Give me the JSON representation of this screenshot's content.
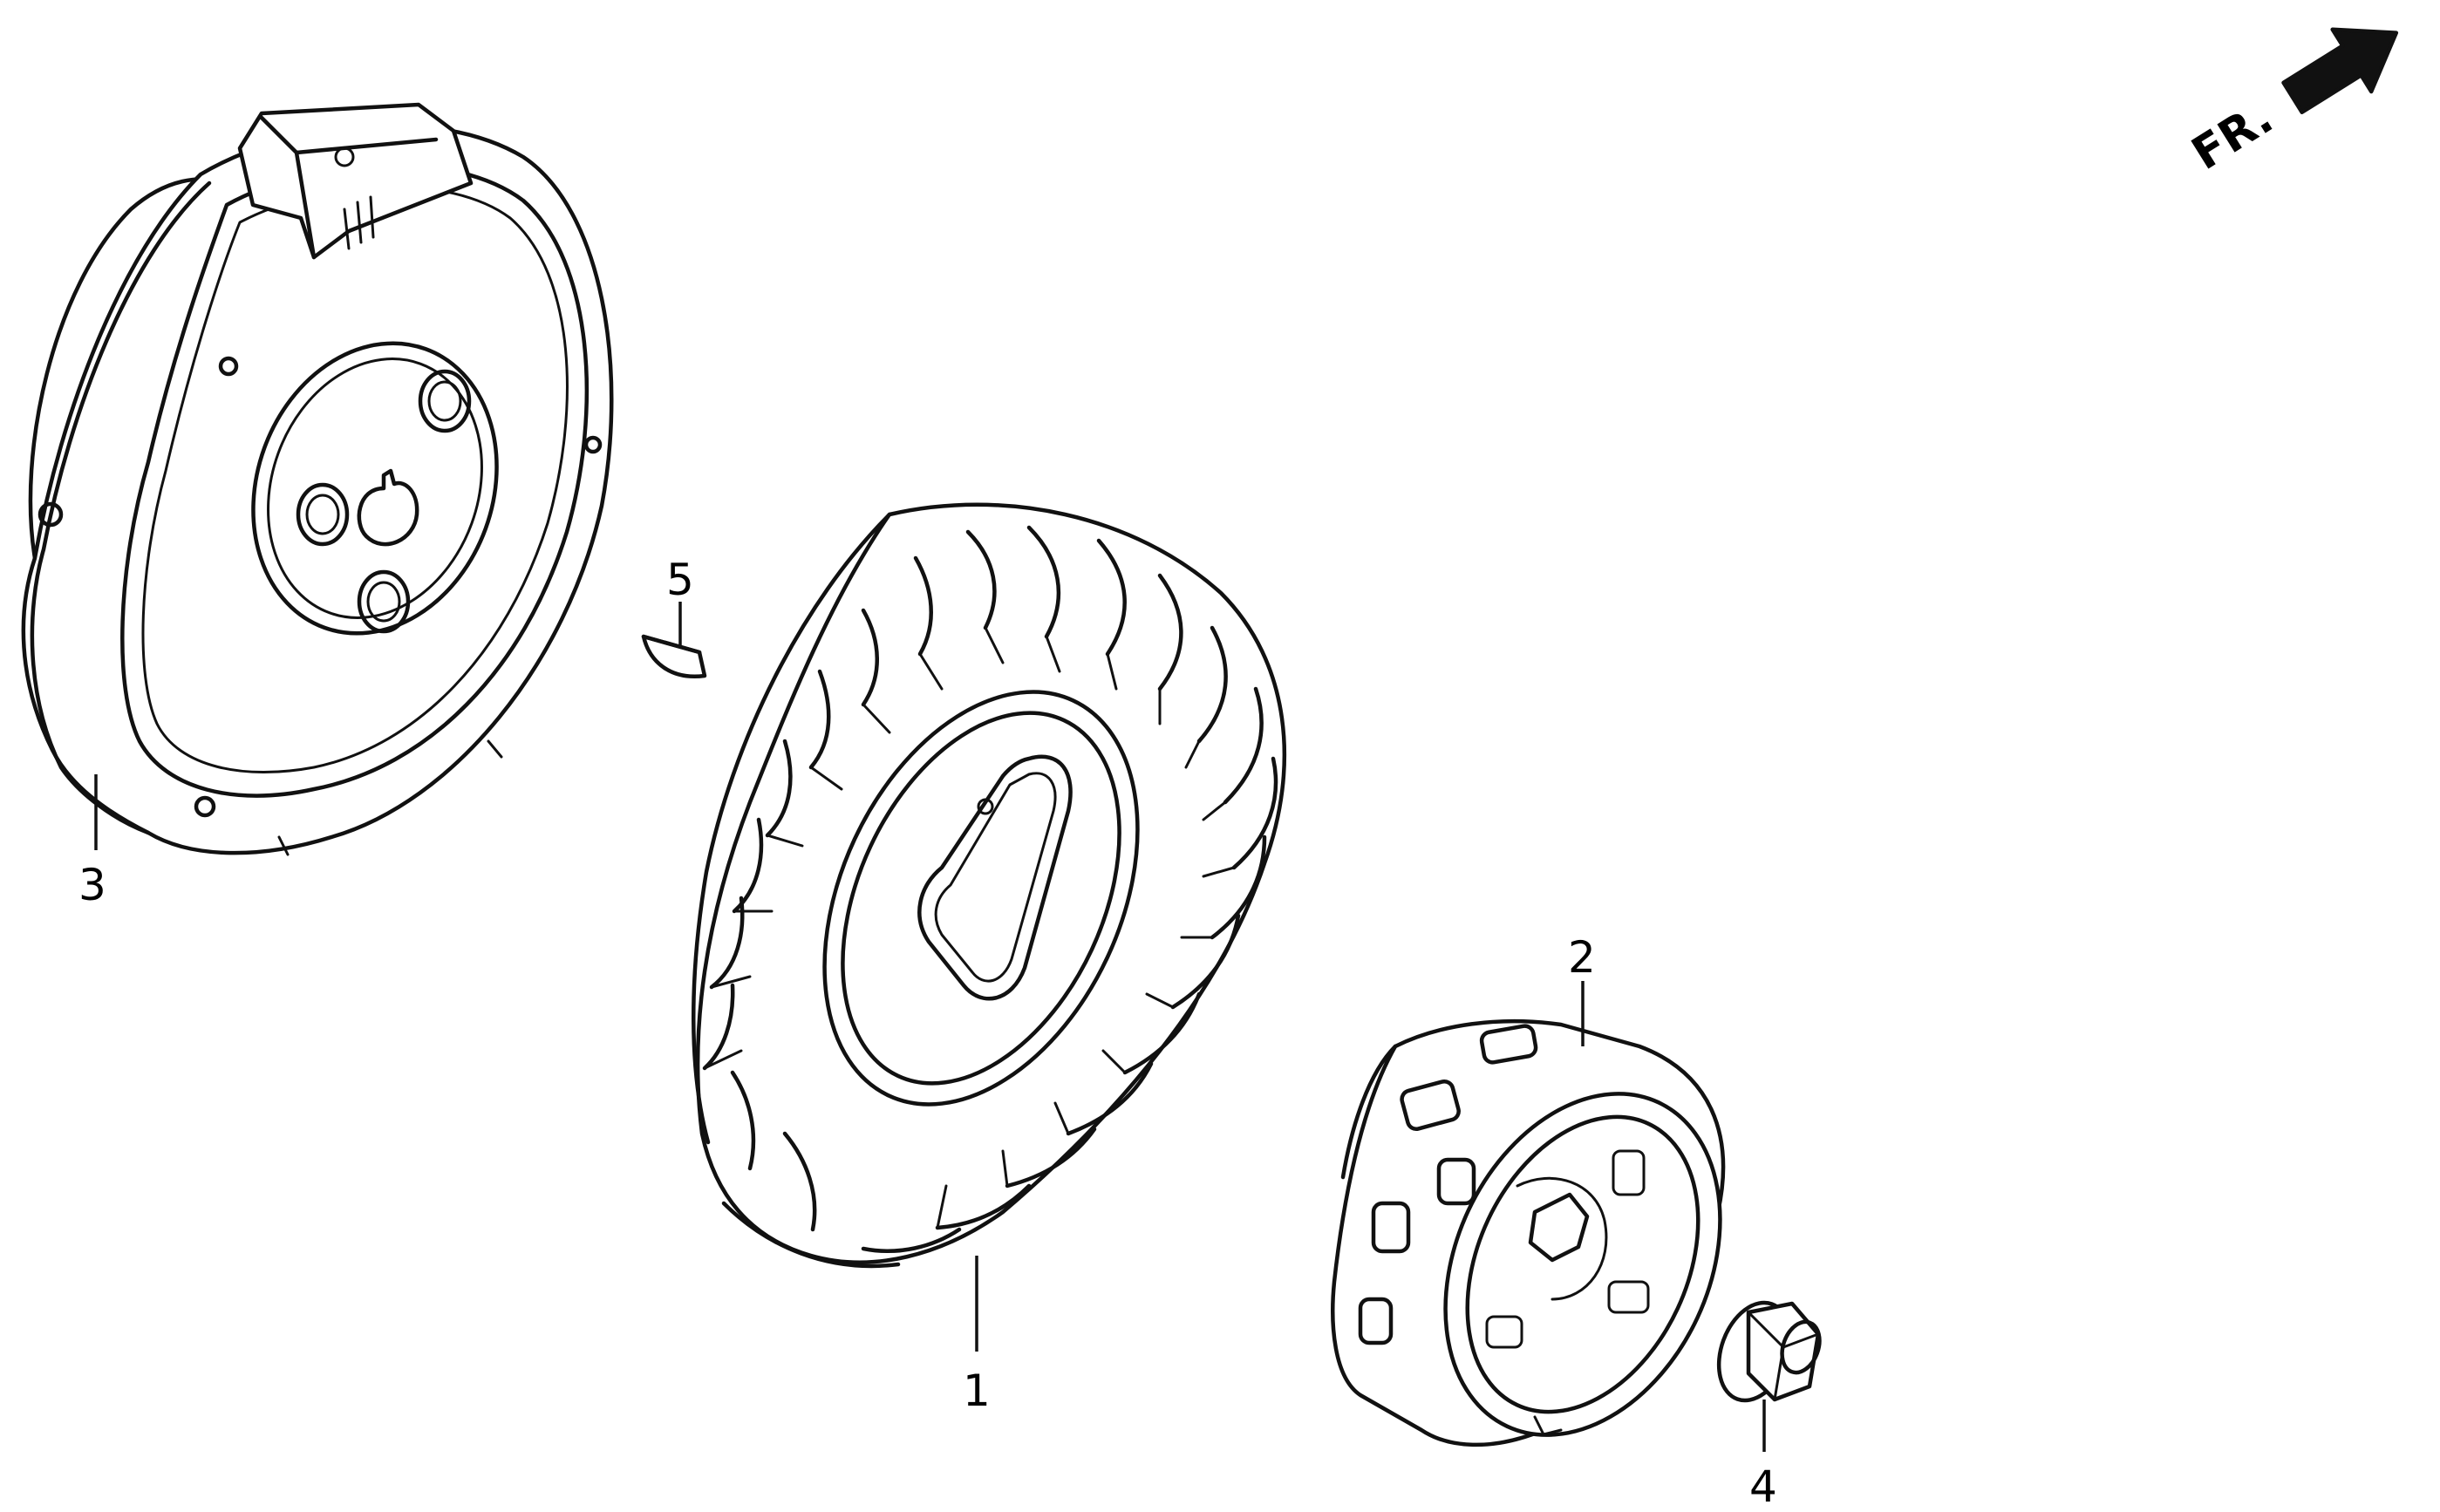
{
  "orientation_marker": {
    "label": "FR.",
    "icon": "front-direction-arrow-icon"
  },
  "callouts": [
    {
      "id": "1",
      "label": "1",
      "part": "cooling-fan"
    },
    {
      "id": "2",
      "label": "2",
      "part": "starter-pulley"
    },
    {
      "id": "3",
      "label": "3",
      "part": "flywheel"
    },
    {
      "id": "4",
      "label": "4",
      "part": "flange-nut"
    },
    {
      "id": "5",
      "label": "5",
      "part": "woodruff-key"
    }
  ]
}
